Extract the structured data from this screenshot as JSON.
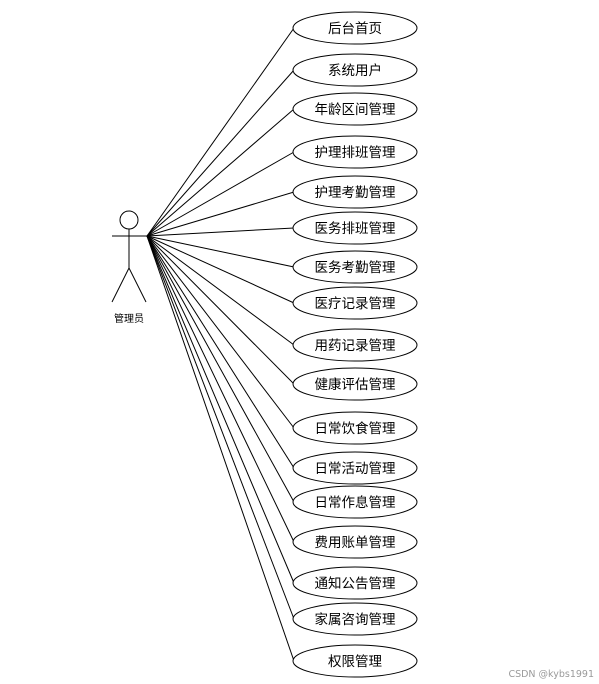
{
  "actor": {
    "label": "管理员"
  },
  "use_cases": [
    {
      "label": "后台首页"
    },
    {
      "label": "系统用户"
    },
    {
      "label": "年龄区间管理"
    },
    {
      "label": "护理排班管理"
    },
    {
      "label": "护理考勤管理"
    },
    {
      "label": "医务排班管理"
    },
    {
      "label": "医务考勤管理"
    },
    {
      "label": "医疗记录管理"
    },
    {
      "label": "用药记录管理"
    },
    {
      "label": "健康评估管理"
    },
    {
      "label": "日常饮食管理"
    },
    {
      "label": "日常活动管理"
    },
    {
      "label": "日常作息管理"
    },
    {
      "label": "费用账单管理"
    },
    {
      "label": "通知公告管理"
    },
    {
      "label": "家属咨询管理"
    },
    {
      "label": "权限管理"
    }
  ],
  "watermark": "CSDN @kybs1991"
}
